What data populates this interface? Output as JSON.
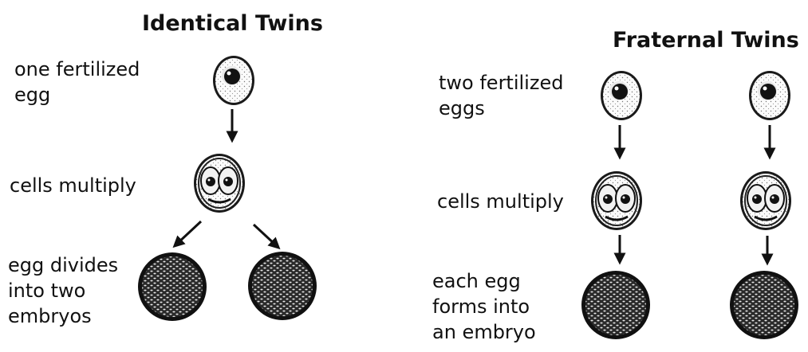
{
  "identical": {
    "title": "Identical Twins",
    "step1_line1": "one fertilized",
    "step1_line2": "egg",
    "step2": "cells multiply",
    "step3_line1": "egg divides",
    "step3_line2": "into two",
    "step3_line3": "embryos"
  },
  "fraternal": {
    "title": "Fraternal Twins",
    "step1_line1": "two fertilized",
    "step1_line2": "eggs",
    "step2": "cells multiply",
    "step3_line1": "each egg",
    "step3_line2": "forms into",
    "step3_line3": "an embryo"
  }
}
